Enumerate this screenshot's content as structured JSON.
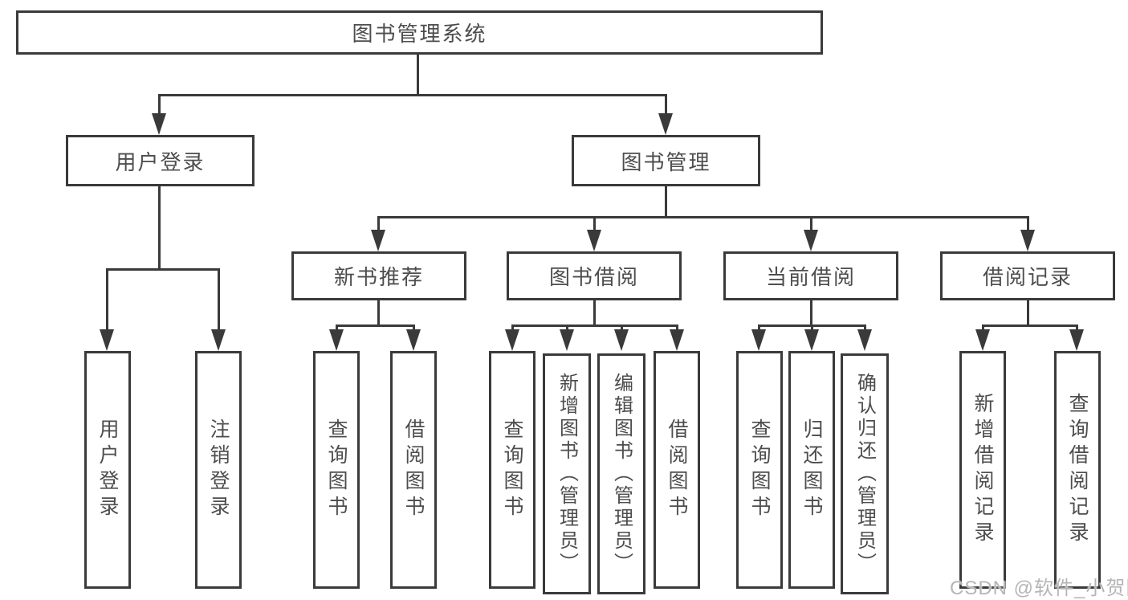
{
  "colors": {
    "line": "#3a3a3a",
    "text": "#4d4d4d",
    "watermark": "#b5b5b5",
    "background": "#ffffff"
  },
  "root": {
    "label": "图书管理系统"
  },
  "branches": [
    {
      "label": "用户登录",
      "children": [
        {
          "label": "用户登录"
        },
        {
          "label": "注销登录"
        }
      ]
    },
    {
      "label": "图书管理",
      "children": [
        {
          "label": "新书推荐",
          "children": [
            {
              "label": "查询图书"
            },
            {
              "label": "借阅图书"
            }
          ]
        },
        {
          "label": "图书借阅",
          "children": [
            {
              "label": "查询图书"
            },
            {
              "label": "新增图书（管理员）"
            },
            {
              "label": "编辑图书（管理员）"
            },
            {
              "label": "借阅图书"
            }
          ]
        },
        {
          "label": "当前借阅",
          "children": [
            {
              "label": "查询图书"
            },
            {
              "label": "归还图书"
            },
            {
              "label": "确认归还（管理员）"
            }
          ]
        },
        {
          "label": "借阅记录",
          "children": [
            {
              "label": "新增借阅记录"
            },
            {
              "label": "查询借阅记录"
            }
          ]
        }
      ]
    }
  ],
  "watermark": "CSDN @软件_小贺同学"
}
